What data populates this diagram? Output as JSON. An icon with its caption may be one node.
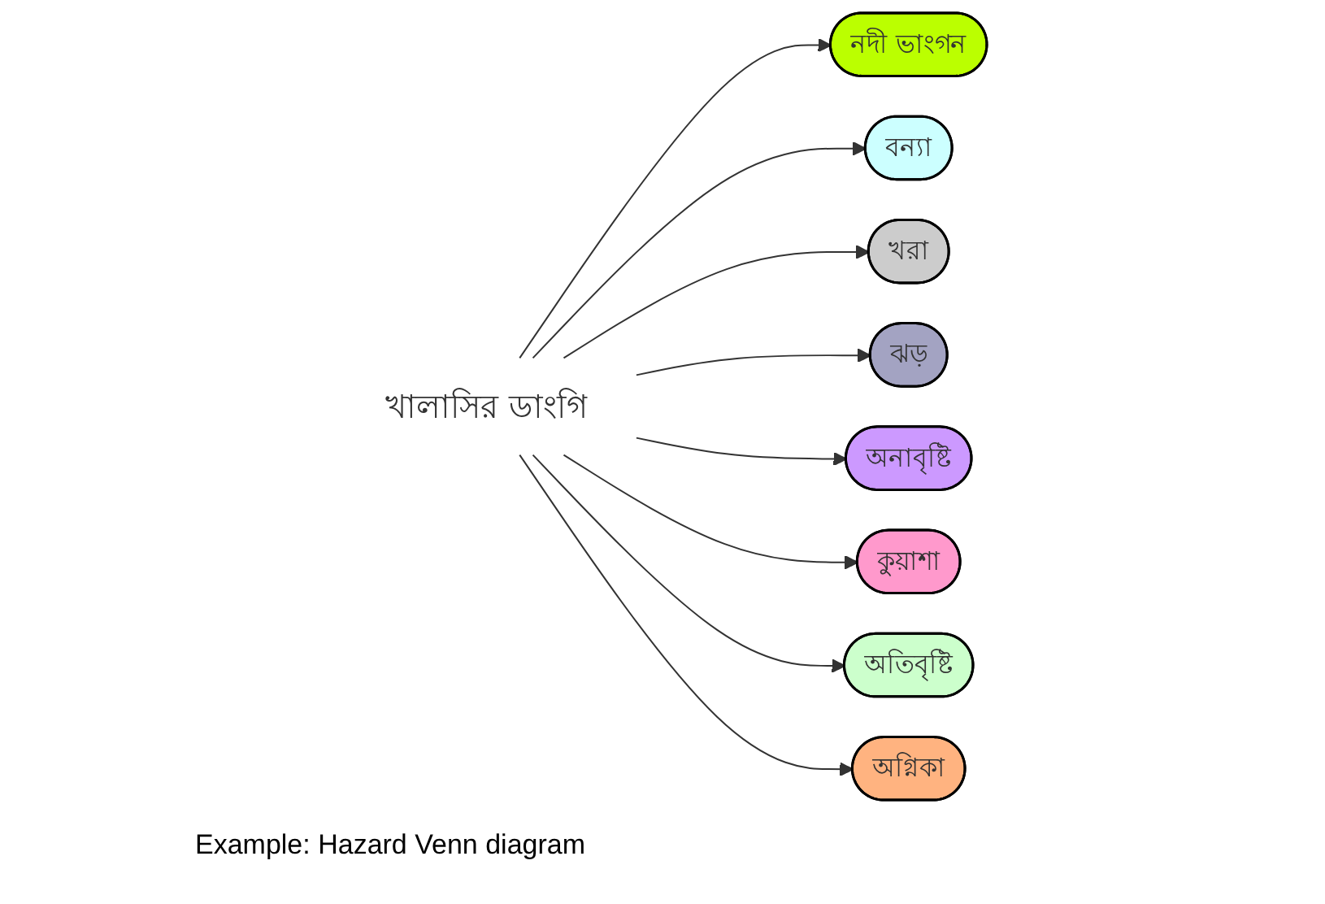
{
  "diagram": {
    "caption": "Example: Hazard Venn diagram",
    "nodes": [
      {
        "text": [
          "নদী ভাংগন"
        ]
      },
      {
        "text": [
          "বন্যা"
        ]
      },
      {
        "text": [
          "খরা"
        ]
      },
      {
        "text": [
          "খালাসির ডাংগি"
        ]
      },
      {
        "text": [
          "ঝড়"
        ]
      },
      {
        "text": [
          "অনাবৃষ্টি"
        ]
      },
      {
        "text": [
          "কুয়াশা"
        ]
      },
      {
        "text": [
          "অতিবৃষ্টি"
        ]
      },
      {
        "text": [
          "অগ্নিকা"
        ]
      }
    ],
    "edges": [
      {
        "from": 3,
        "to": 0,
        "arrow": "to"
      },
      {
        "from": 3,
        "to": 1,
        "arrow": "to"
      },
      {
        "from": 3,
        "to": 2,
        "arrow": "to"
      },
      {
        "from": 3,
        "to": 4,
        "arrow": "to"
      },
      {
        "from": 3,
        "to": 5,
        "arrow": "to"
      },
      {
        "from": 3,
        "to": 6,
        "arrow": "to"
      },
      {
        "from": 3,
        "to": 7,
        "arrow": "to"
      },
      {
        "from": 3,
        "to": 8,
        "arrow": "to"
      }
    ]
  }
}
